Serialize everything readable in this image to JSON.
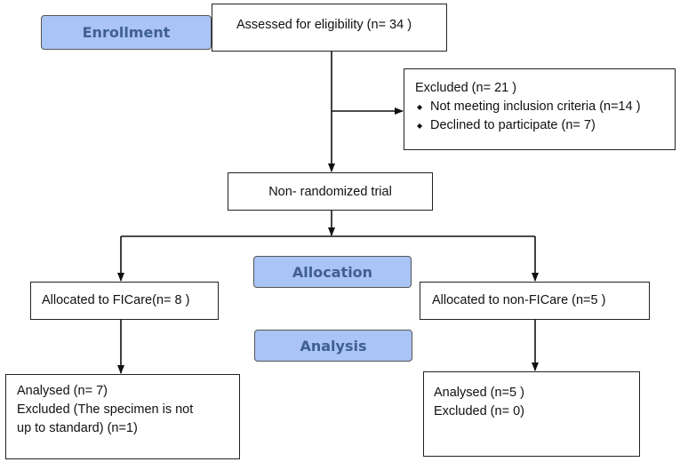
{
  "labels": {
    "enrollment": "Enrollment",
    "allocation": "Allocation",
    "analysis": "Analysis"
  },
  "assessed": {
    "text": "Assessed for eligibility (n= 34 )"
  },
  "excluded": {
    "title": "Excluded  (n= 21  )",
    "reasons": [
      "Not meeting inclusion criteria (n=14  )",
      "Declined to participate (n= 7)"
    ]
  },
  "nonrandomized": {
    "text": "Non- randomized trial"
  },
  "allocated_ficare": {
    "text": "Allocated to FICare(n= 8 )"
  },
  "allocated_non_ficare": {
    "text": "Allocated to non-FICare (n=5  )"
  },
  "analysed_ficare": {
    "lines": [
      "Analysed  (n=  7)",
      "Excluded (The specimen is not",
      "up to standard) (n=1)"
    ]
  },
  "analysed_non_ficare": {
    "lines": [
      "Analysed  (n=5  )",
      "Excluded (n=  0)"
    ]
  }
}
